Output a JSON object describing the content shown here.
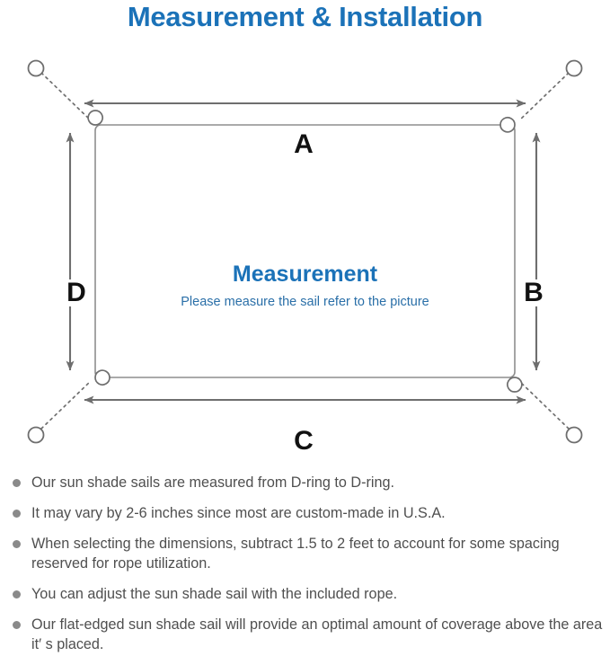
{
  "page": {
    "title": "Measurement & Installation",
    "title_color": "#1b72b8",
    "background_color": "#ffffff"
  },
  "diagram": {
    "name": "sun-shade-sail-measurement-diagram",
    "sail_heading": "Measurement",
    "sail_subheading": "Please measure the sail refer to the picture",
    "heading_color": "#1b72b8",
    "subheading_color": "#2a6fa8",
    "line_color": "#7a7a7a",
    "dimension_labels": [
      {
        "id": "A",
        "label": "A",
        "edge": "top"
      },
      {
        "id": "B",
        "label": "B",
        "edge": "right"
      },
      {
        "id": "C",
        "label": "C",
        "edge": "bottom"
      },
      {
        "id": "D",
        "label": "D",
        "edge": "left"
      }
    ],
    "corners": [
      {
        "id": "top-left",
        "d_ring": true,
        "anchor": true
      },
      {
        "id": "top-right",
        "d_ring": true,
        "anchor": true
      },
      {
        "id": "bottom-left",
        "d_ring": true,
        "anchor": true
      },
      {
        "id": "bottom-right",
        "d_ring": true,
        "anchor": true
      }
    ]
  },
  "notes": [
    {
      "text": "Our sun shade sails are measured from D-ring to D-ring."
    },
    {
      "text": "It may vary by 2-6 inches since most are custom-made in U.S.A."
    },
    {
      "text": "When selecting the dimensions, subtract 1.5 to 2 feet to account for some spacing reserved for rope utilization."
    },
    {
      "text": "You can adjust the sun shade sail with the included rope."
    },
    {
      "text": "Our flat-edged sun shade sail will provide an optimal amount of coverage above the area it′ s placed."
    }
  ]
}
